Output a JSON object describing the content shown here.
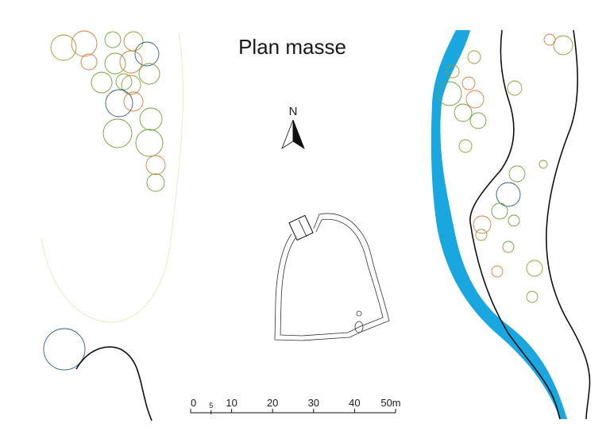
{
  "title": "Plan masse",
  "north_arrow": {
    "label": "N"
  },
  "scale_bar": {
    "ticks": [
      {
        "value": 0,
        "label": "0"
      },
      {
        "value": 5,
        "label": "5"
      },
      {
        "value": 10,
        "label": "10"
      },
      {
        "value": 20,
        "label": "20"
      },
      {
        "value": 30,
        "label": "30"
      },
      {
        "value": 40,
        "label": "40"
      },
      {
        "value": 50,
        "label": "50m"
      }
    ]
  },
  "colors": {
    "river": "#1aa7e0",
    "tree_orange": "#e07a3c",
    "tree_green": "#6aa534",
    "tree_blue": "#2f5d8a",
    "line": "#111111",
    "faint_outline": "#e8eac0"
  }
}
